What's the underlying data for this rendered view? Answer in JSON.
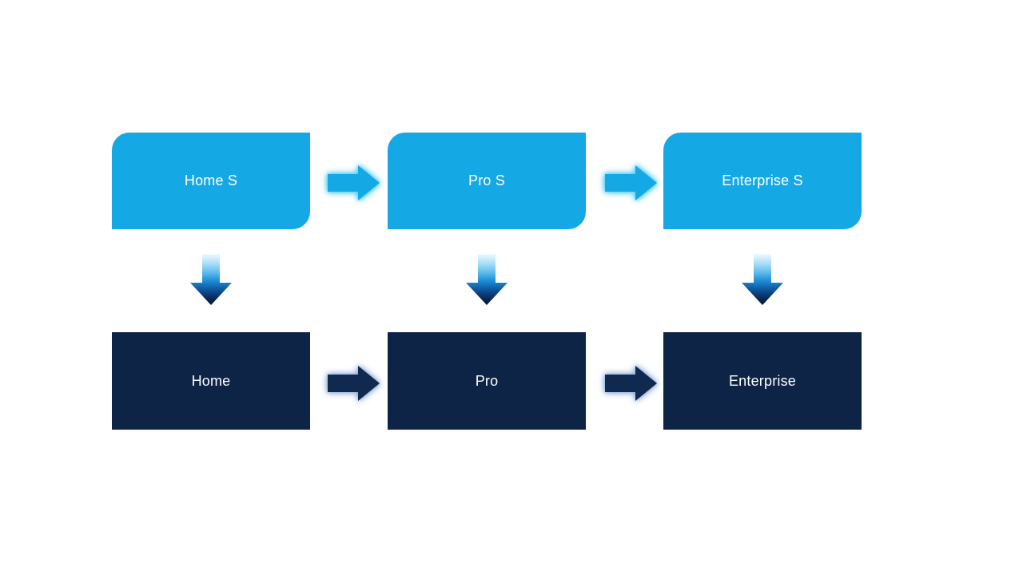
{
  "diagram": {
    "columns": [
      {
        "top_label": "Home S",
        "bottom_label": "Home"
      },
      {
        "top_label": "Pro S",
        "bottom_label": "Pro"
      },
      {
        "top_label": "Enterprise S",
        "bottom_label": "Enterprise"
      }
    ],
    "colors": {
      "top_box": "#14A9E5",
      "bottom_box": "#0D2446",
      "label_text": "#FFFFFF",
      "cyan_arrow": "#14A9E5",
      "navy_arrow": "#10294E",
      "down_arrow_gradient_top": "#EFF9FE",
      "down_arrow_gradient_bottom": "#081C3B"
    }
  }
}
